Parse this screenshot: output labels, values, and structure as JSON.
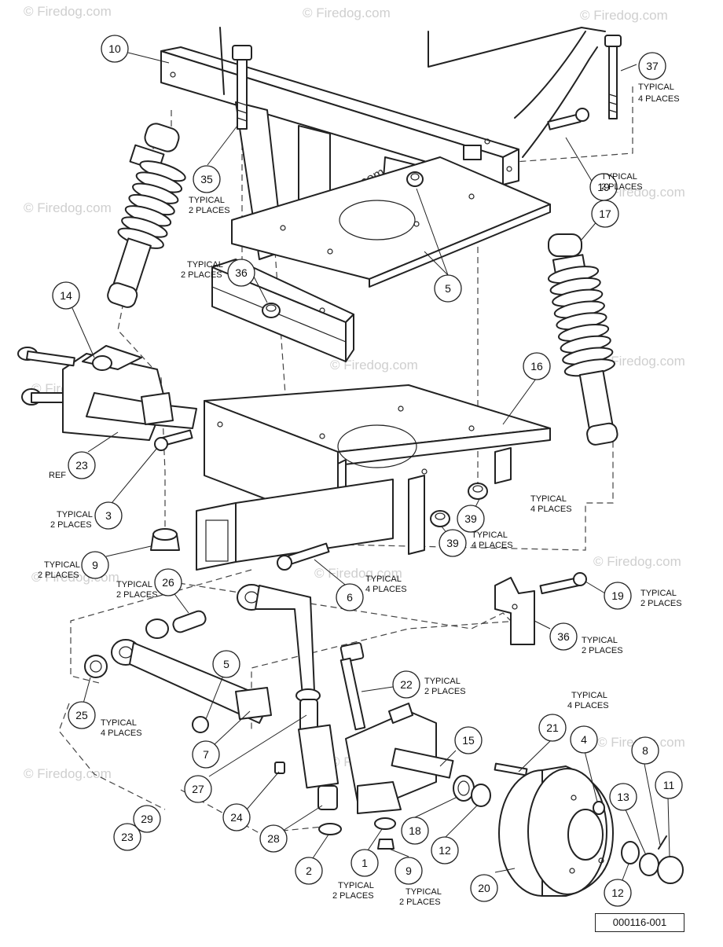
{
  "watermark": {
    "text": "© Firedog.com"
  },
  "drawing_id": "000116-001",
  "callouts": [
    {
      "id": "c10",
      "label": "10"
    },
    {
      "id": "c37",
      "label": "37"
    },
    {
      "id": "c35",
      "label": "35"
    },
    {
      "id": "c19a",
      "label": "19"
    },
    {
      "id": "c17",
      "label": "17"
    },
    {
      "id": "c36a",
      "label": "36"
    },
    {
      "id": "c5a",
      "label": "5"
    },
    {
      "id": "c14",
      "label": "14"
    },
    {
      "id": "c16",
      "label": "16"
    },
    {
      "id": "c23a",
      "label": "23"
    },
    {
      "id": "c3",
      "label": "3"
    },
    {
      "id": "c39a",
      "label": "39"
    },
    {
      "id": "c39b",
      "label": "39"
    },
    {
      "id": "c9a",
      "label": "9"
    },
    {
      "id": "c26",
      "label": "26"
    },
    {
      "id": "c6",
      "label": "6"
    },
    {
      "id": "c19b",
      "label": "19"
    },
    {
      "id": "c36b",
      "label": "36"
    },
    {
      "id": "c5b",
      "label": "5"
    },
    {
      "id": "c22",
      "label": "22"
    },
    {
      "id": "c25",
      "label": "25"
    },
    {
      "id": "c7",
      "label": "7"
    },
    {
      "id": "c21",
      "label": "21"
    },
    {
      "id": "c4",
      "label": "4"
    },
    {
      "id": "c15",
      "label": "15"
    },
    {
      "id": "c27",
      "label": "27"
    },
    {
      "id": "c8",
      "label": "8"
    },
    {
      "id": "c13",
      "label": "13"
    },
    {
      "id": "c11",
      "label": "11"
    },
    {
      "id": "c24",
      "label": "24"
    },
    {
      "id": "c29",
      "label": "29"
    },
    {
      "id": "c23b",
      "label": "23"
    },
    {
      "id": "c28",
      "label": "28"
    },
    {
      "id": "c18",
      "label": "18"
    },
    {
      "id": "c12a",
      "label": "12"
    },
    {
      "id": "c2",
      "label": "2"
    },
    {
      "id": "c1",
      "label": "1"
    },
    {
      "id": "c9b",
      "label": "9"
    },
    {
      "id": "c20",
      "label": "20"
    },
    {
      "id": "c12b",
      "label": "12"
    }
  ],
  "notes": {
    "n37a": "TYPICAL",
    "n37b": "4 PLACES",
    "n35a": "TYPICAL",
    "n35b": "2 PLACES",
    "n19aa": "TYPICAL",
    "n19ab": "2 PLACES",
    "n36aa": "TYPICAL",
    "n36ab": "2 PLACES",
    "n3a": "TYPICAL",
    "n3b": "2 PLACES",
    "n39aa": "TYPICAL",
    "n39ab": "4 PLACES",
    "n39ba": "TYPICAL",
    "n39bb": "4 PLACES",
    "n9aa": "TYPICAL",
    "n9ab": "2 PLACES",
    "n26a": "TYPICAL",
    "n26b": "2 PLACES",
    "n6a": "TYPICAL",
    "n6b": "4 PLACES",
    "n19ba": "TYPICAL",
    "n19bb": "2 PLACES",
    "n36ba": "TYPICAL",
    "n36bb": "2 PLACES",
    "n22a": "TYPICAL",
    "n22b": "2 PLACES",
    "n25a": "TYPICAL",
    "n25b": "4 PLACES",
    "n4a": "TYPICAL",
    "n4b": "4 PLACES",
    "n1a": "TYPICAL",
    "n1b": "2 PLACES",
    "n9ba": "TYPICAL",
    "n9bb": "2 PLACES",
    "ref": "REF"
  }
}
